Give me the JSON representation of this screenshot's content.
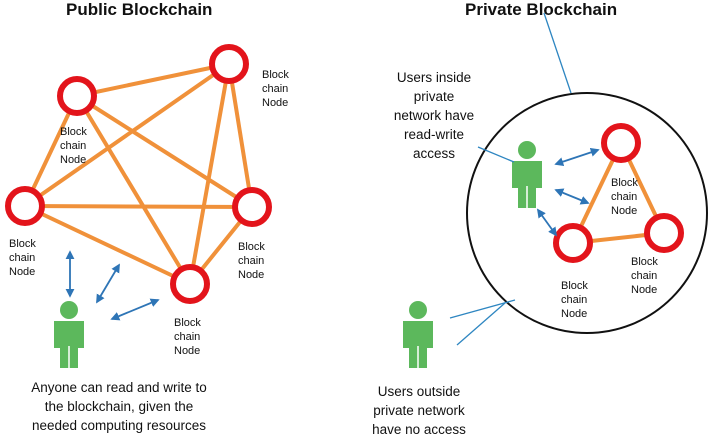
{
  "public": {
    "title": "Public Blockchain",
    "node_label": "Block\nchain\nNode",
    "caption": "Anyone can read and write to\nthe blockchain, given the\nneeded computing resources"
  },
  "private": {
    "title": "Private Blockchain",
    "node_label": "Block\nchain\nNode",
    "inside_caption": "Users inside\nprivate\nnetwork have\nread-write\naccess",
    "outside_caption": "Users outside\nprivate network\nhave no access"
  },
  "colors": {
    "edge": "#f0913a",
    "node_ring": "#e3141b",
    "person": "#5cb85c",
    "arrow": "#2e75b6",
    "callout_line": "#2e86c1"
  },
  "icons": {
    "node": "ring-node-icon",
    "person": "person-icon",
    "arrow": "double-arrow-icon"
  }
}
